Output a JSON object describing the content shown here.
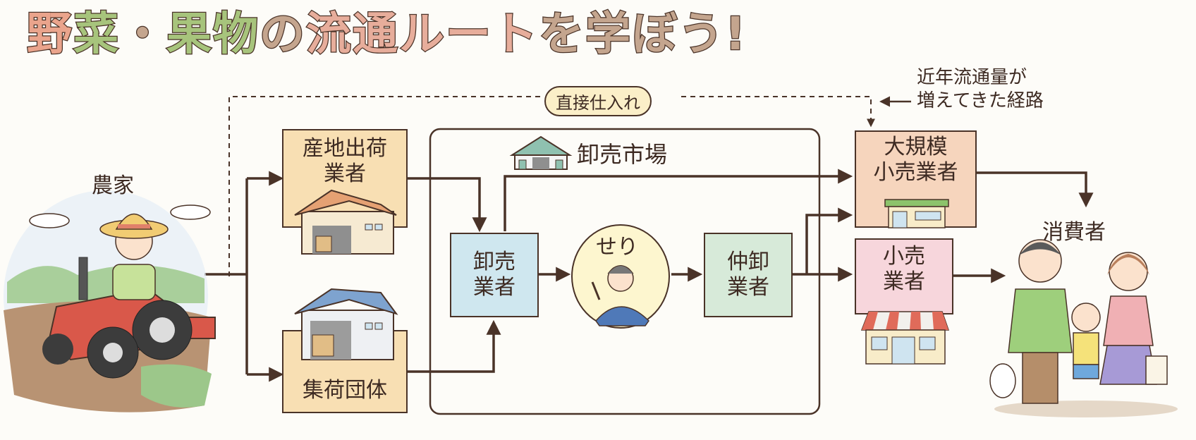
{
  "title": {
    "parts": [
      {
        "text": "野",
        "tone": "pink"
      },
      {
        "text": "菜",
        "tone": "green"
      },
      {
        "text": "・",
        "tone": "brown"
      },
      {
        "text": "果物",
        "tone": "green"
      },
      {
        "text": "の",
        "tone": "brown"
      },
      {
        "text": "流通ルート",
        "tone": "rose"
      },
      {
        "text": "を",
        "tone": "brown"
      },
      {
        "text": "学ぼう!",
        "tone": "brown"
      }
    ]
  },
  "nodes": {
    "farmer": {
      "label": "農家",
      "icon": "farmer-on-tractor-illustration"
    },
    "origin_shipper": {
      "label": "産地出荷\n業者",
      "icon": "orange-roof-warehouse-icon"
    },
    "collection_org": {
      "label": "集荷団体",
      "icon": "blue-roof-warehouse-icon"
    },
    "wholesale_market": {
      "label": "卸売市場",
      "icon": "market-building-icon"
    },
    "wholesaler": {
      "label": "卸売\n業者"
    },
    "auction": {
      "label": "せり",
      "icon": "auctioneer-icon"
    },
    "intermediate_wholesaler": {
      "label": "仲卸\n業者"
    },
    "large_retailer": {
      "label": "大規模\n小売業者",
      "icon": "supermarket-icon"
    },
    "retailer": {
      "label": "小売\n業者",
      "icon": "awning-shop-icon"
    },
    "consumer": {
      "label": "消費者",
      "icon": "family-illustration"
    }
  },
  "direct_purchase": {
    "label": "直接仕入れ"
  },
  "note": {
    "text": "近年流通量が\n増えてきた経路"
  },
  "colors": {
    "line": "#4a3328",
    "origin_shipper_fill": "#f8dfb3",
    "collection_org_fill": "#f8dfb3",
    "wholesaler_fill": "#cfe7ef",
    "intermediate_fill": "#d7ead9",
    "large_retailer_fill": "#f6d5bd",
    "retailer_fill": "#f7d6dc",
    "pill_fill": "#fbefc8",
    "auction_fill": "#fdf6cf"
  }
}
